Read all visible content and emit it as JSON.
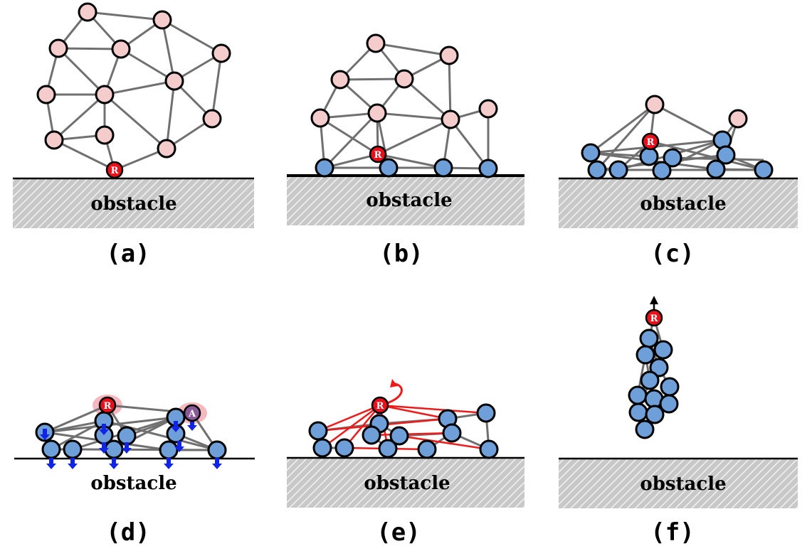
{
  "obstacle_label": "obstacle",
  "panels": {
    "a": {
      "caption": "(a)",
      "robot_label": "R"
    },
    "b": {
      "caption": "(b)",
      "robot_label": "R"
    },
    "c": {
      "caption": "(c)",
      "robot_label": "R"
    },
    "d": {
      "caption": "(d)",
      "robot_label": "R",
      "agent_label": "A"
    },
    "e": {
      "caption": "(e)",
      "robot_label": "R"
    },
    "f": {
      "caption": "(f)",
      "robot_label": "R"
    }
  },
  "colors": {
    "free_node": "#f4cccc",
    "grounded_node": "#6f9fd8",
    "robot_node": "#e8101a",
    "agent_node": "#8a5a98",
    "edge": "#707070",
    "red_edge": "#ee1b1b",
    "force_arrow": "#1024e8"
  }
}
